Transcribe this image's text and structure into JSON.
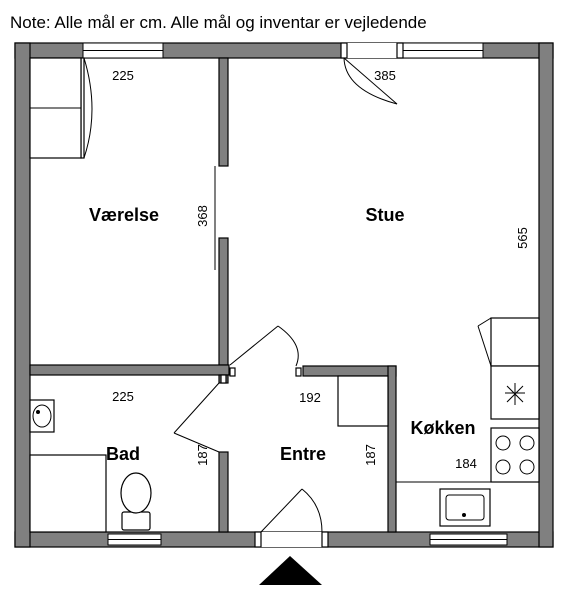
{
  "note": "Note: Alle mål er cm. Alle mål og inventar er vejledende",
  "rooms": {
    "vaerelse": "Værelse",
    "stue": "Stue",
    "bad": "Bad",
    "entre": "Entre",
    "kokken": "Køkken"
  },
  "dimensions": {
    "vaerelse_width": "225",
    "vaerelse_height": "368",
    "stue_width": "385",
    "stue_height": "565",
    "bad_width": "225",
    "bad_height": "187",
    "entre_width": "192",
    "entre_height": "187",
    "kokken_width": "184"
  },
  "colors": {
    "wall": "#808080",
    "line": "#000000",
    "background": "#ffffff"
  },
  "icons": {
    "entrance": "entrance-arrow-icon",
    "sink": "sink-icon",
    "toilet": "toilet-icon",
    "stove": "stove-icon",
    "kitchen_sink": "kitchen-sink-icon"
  }
}
